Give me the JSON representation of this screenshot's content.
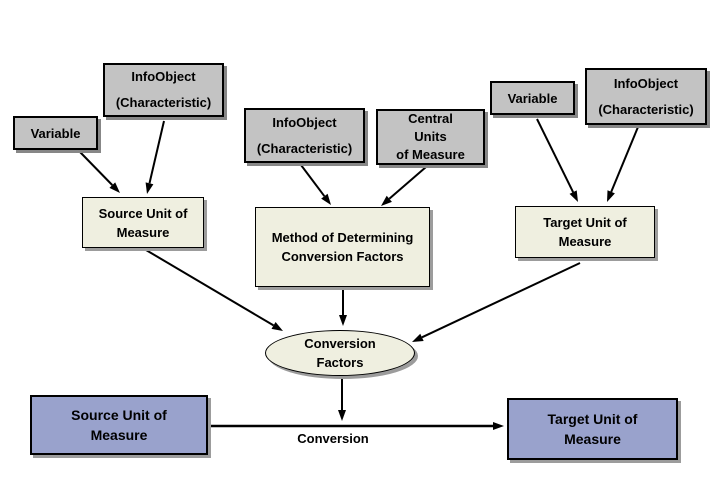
{
  "diagram": {
    "nodes": {
      "infoobject_left": {
        "label": "InfoObject\n(Characteristic)"
      },
      "variable_left": {
        "label": "Variable"
      },
      "infoobject_mid": {
        "label": "InfoObject\n(Characteristic)"
      },
      "central_units": {
        "label": "Central\nUnits\nof Measure"
      },
      "variable_right": {
        "label": "Variable"
      },
      "infoobject_right": {
        "label": "InfoObject\n(Characteristic)"
      },
      "source_unit_upper": {
        "label": "Source Unit of\nMeasure"
      },
      "method": {
        "label": "Method of Determining\nConversion Factors"
      },
      "target_unit_upper": {
        "label": "Target Unit of\nMeasure"
      },
      "conversion_factors": {
        "label": "Conversion\nFactors"
      },
      "source_unit_lower": {
        "label": "Source Unit of\nMeasure"
      },
      "target_unit_lower": {
        "label": "Target Unit of\nMeasure"
      },
      "conversion_label": {
        "label": "Conversion"
      }
    },
    "colors": {
      "gray_fill": "#c3c3c3",
      "cream_fill": "#efefe0",
      "blue_fill": "#99a2cc",
      "border": "#000000",
      "shadow": "#878787",
      "background": "#ffffff",
      "arrow": "#000000"
    }
  }
}
